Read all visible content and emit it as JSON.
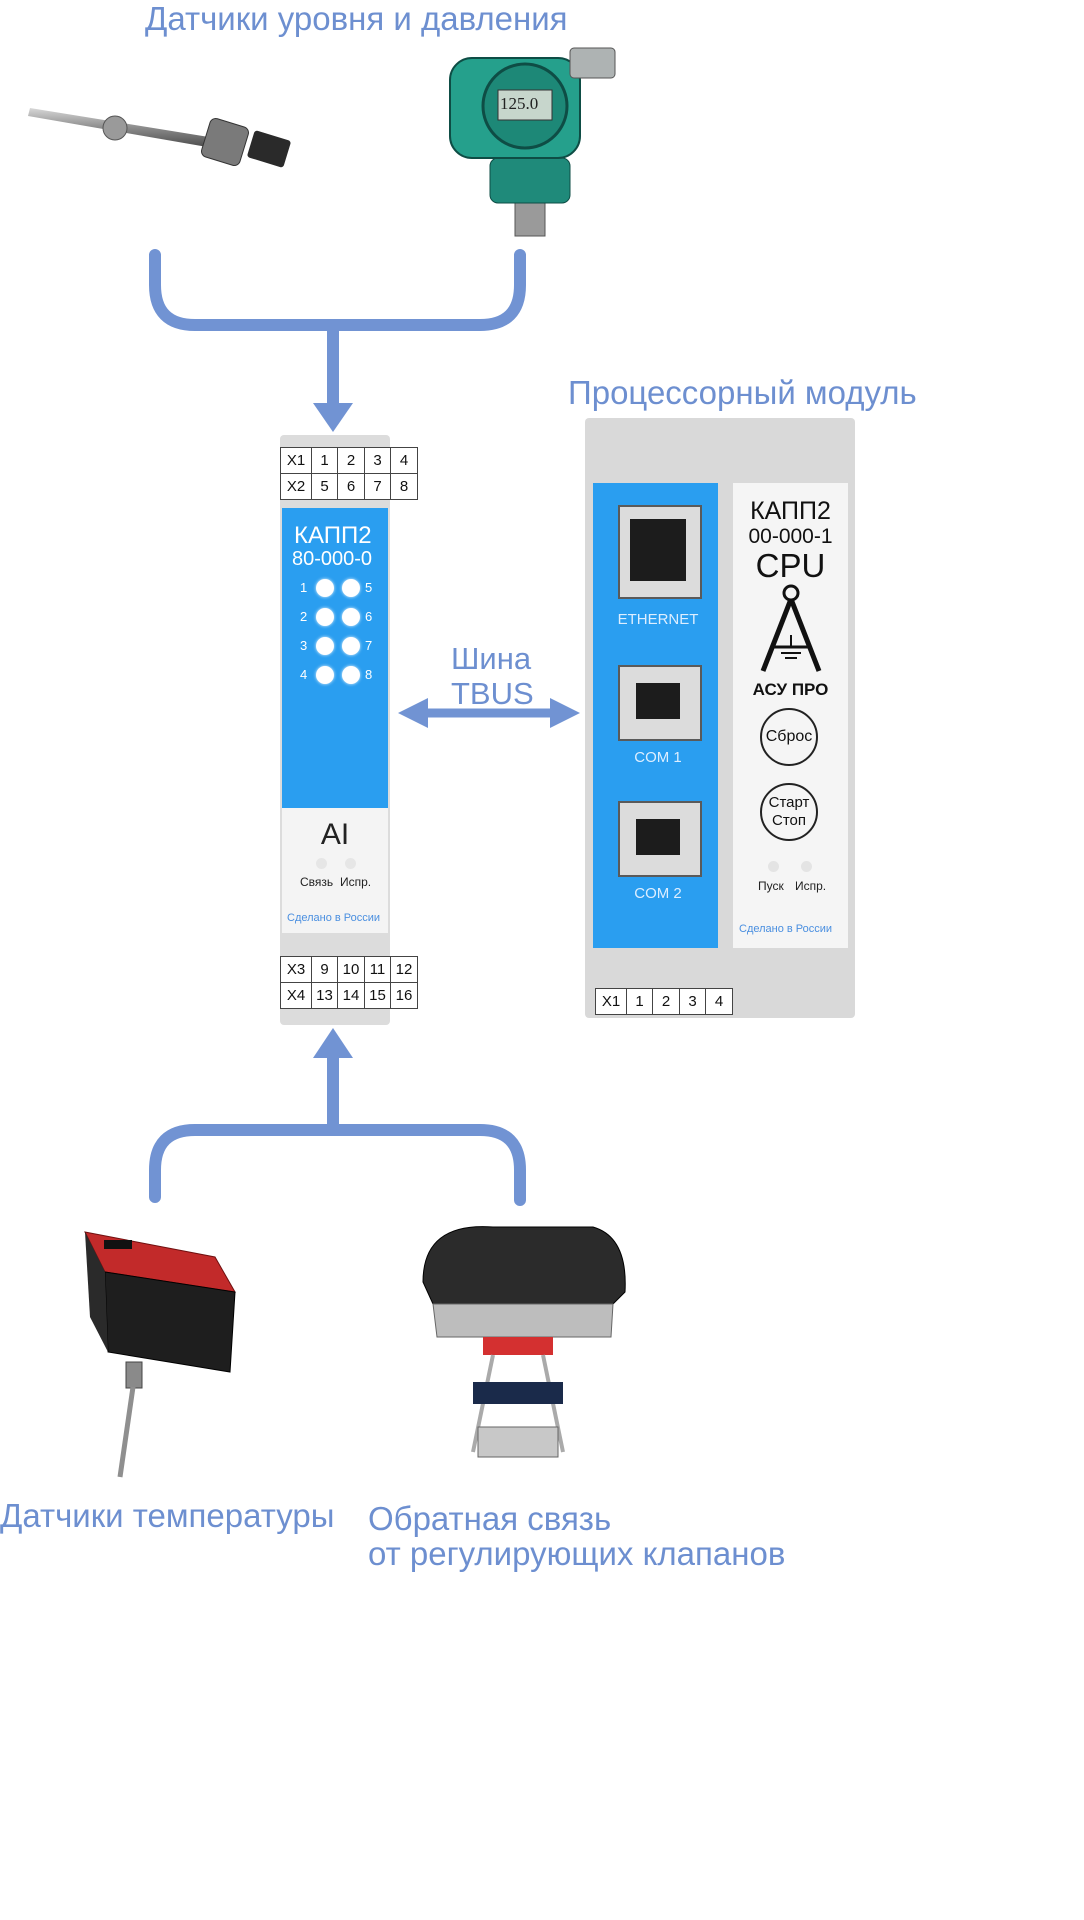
{
  "captions": {
    "top": "Датчики уровня и давления",
    "processor": "Процессорный модуль",
    "bus_line1": "Шина",
    "bus_line2": "TBUS",
    "bottom_left": "Датчики температуры",
    "bottom_right_line1": "Обратная связь",
    "bottom_right_line2": "от регулирующих клапанов"
  },
  "ai_module": {
    "model": "КАПП2",
    "code": "80-000-0",
    "type": "AI",
    "led_label_left": "Связь",
    "led_label_right": "Испр.",
    "made_in": "Сделано в России",
    "channels_left": [
      "1",
      "2",
      "3",
      "4"
    ],
    "channels_right": [
      "5",
      "6",
      "7",
      "8"
    ],
    "terminal_top": [
      {
        "label": "X1",
        "cells": [
          "1",
          "2",
          "3",
          "4"
        ]
      },
      {
        "label": "X2",
        "cells": [
          "5",
          "6",
          "7",
          "8"
        ]
      }
    ],
    "terminal_bottom": [
      {
        "label": "X3",
        "cells": [
          "9",
          "10",
          "11",
          "12"
        ]
      },
      {
        "label": "X4",
        "cells": [
          "13",
          "14",
          "15",
          "16"
        ]
      }
    ]
  },
  "cpu_module": {
    "model": "КАПП2",
    "code": "00-000-1",
    "type": "CPU",
    "brand": "АСУ ПРО",
    "port_ethernet": "ETHERNET",
    "port_com1": "COM 1",
    "port_com2": "COM 2",
    "reset_button": "Сброс",
    "start_line1": "Старт",
    "start_line2": "Стоп",
    "led_label_left": "Пуск",
    "led_label_right": "Испр.",
    "made_in": "Сделано в России",
    "terminal": {
      "label": "X1",
      "cells": [
        "1",
        "2",
        "3",
        "4"
      ]
    }
  },
  "transmitter_display": "125.0",
  "colors": {
    "caption": "#6d8fd0",
    "arrow": "#7193d3",
    "module_blue": "#2a9ef0",
    "module_grey": "#d9d9d9"
  }
}
